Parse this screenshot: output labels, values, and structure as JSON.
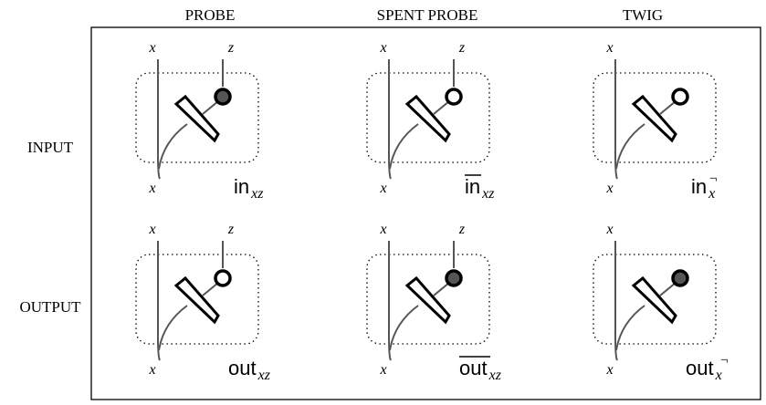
{
  "columns": [
    "PROBE",
    "SPENT PROBE",
    "TWIG"
  ],
  "rows": [
    "INPUT",
    "OUTPUT"
  ],
  "cells": [
    {
      "top_x": "x",
      "top_z": "z",
      "bottom_x": "x",
      "label_main": "in",
      "label_sub": "xz",
      "overline": false,
      "has_z": true,
      "node_filled": true
    },
    {
      "top_x": "x",
      "top_z": "z",
      "bottom_x": "x",
      "label_main": "in",
      "label_sub": "xz",
      "overline": true,
      "has_z": true,
      "node_filled": false
    },
    {
      "top_x": "x",
      "top_z": "",
      "bottom_x": "x",
      "label_main": "in",
      "label_sub": "x",
      "label_sup": "¬",
      "overline": false,
      "has_z": false,
      "node_filled": false
    },
    {
      "top_x": "x",
      "top_z": "z",
      "bottom_x": "x",
      "label_main": "out",
      "label_sub": "xz",
      "overline": false,
      "has_z": true,
      "node_filled": false
    },
    {
      "top_x": "x",
      "top_z": "z",
      "bottom_x": "x",
      "label_main": "out",
      "label_sub": "xz",
      "overline": true,
      "has_z": true,
      "node_filled": true
    },
    {
      "top_x": "x",
      "top_z": "",
      "bottom_x": "x",
      "label_main": "out",
      "label_sub": "x",
      "label_sup": "¬",
      "overline": false,
      "has_z": false,
      "node_filled": true
    }
  ],
  "colors": {
    "line": "#555555",
    "outline": "#000000",
    "node_fill": "#555555"
  }
}
